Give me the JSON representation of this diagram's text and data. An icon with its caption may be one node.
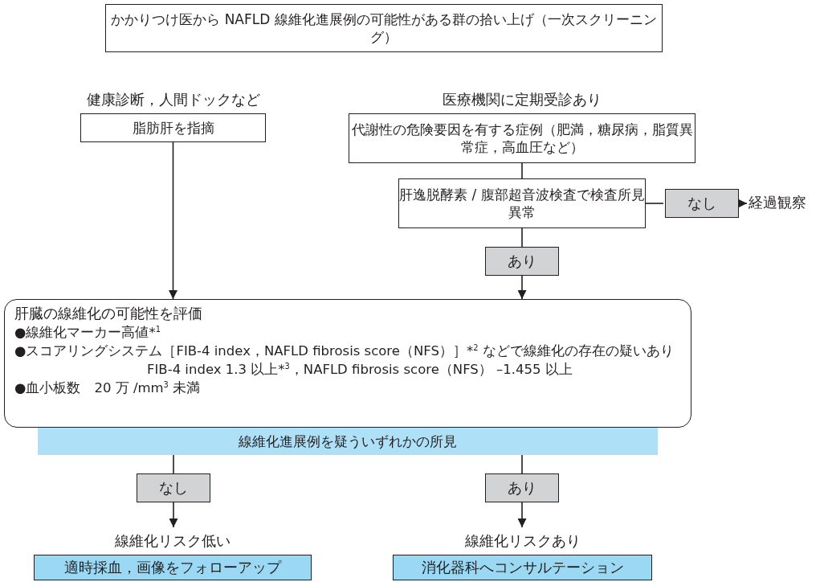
{
  "diagram": {
    "nodes": [
      {
        "text": [
          "かかりつけ医から NAFLD 線維化進展例の可能性がある群の拾い上げ（一次スクリーニング）"
        ]
      },
      {
        "text": [
          "健康診断，人間ドックなど",
          "脂肪肝を指摘"
        ]
      },
      {
        "text": [
          "医療機関に定期受診あり",
          "代謝性の危険要因を有する症例（肥満，糖尿病，脂質異常症，高血圧など）"
        ]
      },
      {
        "text": [
          "肝逸脱酵素 / 腹部超音波検査で検査所見異常"
        ]
      },
      {
        "text": [
          "なし"
        ]
      },
      {
        "text": [
          "経過観察"
        ]
      },
      {
        "text": [
          "あり"
        ]
      },
      {
        "text": [
          "肝臓の線維化の可能性を評価",
          "●線維化マーカー高値*$^{1}$",
          "●スコアリングシステム［FIB-4 index，NAFLD fibrosis score（NFS）］*$^{2}$ などで線維化の存在の疑いあり",
          "FIB-4 index 1.3 以上*$^{3}$，NAFLD fibrosis score（NFS） –1.455 以上",
          "●血小板数　20 万 /mm$^{3}$ 未満"
        ]
      },
      {
        "text": [
          "線維化進展例を疑ういずれかの所見"
        ]
      },
      {
        "text": [
          "なし"
        ]
      },
      {
        "text": [
          "あり"
        ]
      },
      {
        "text": [
          "線維化リスク低い",
          "適時採血，画像をフォローアップ"
        ]
      },
      {
        "text": [
          "線維化リスクあり",
          "消化器科へコンサルテーション"
        ]
      }
    ],
    "edges": [
      {
        "from": 1,
        "to": 7,
        "arrow": "to"
      },
      {
        "from": 2,
        "to": 3,
        "arrow": "none"
      },
      {
        "from": 3,
        "to": 4,
        "arrow": "none"
      },
      {
        "from": 4,
        "to": 5,
        "arrow": "to"
      },
      {
        "from": 3,
        "to": 6,
        "arrow": "none"
      },
      {
        "from": 6,
        "to": 7,
        "arrow": "to"
      },
      {
        "from": 8,
        "to": 9,
        "arrow": "none"
      },
      {
        "from": 9,
        "to": 11,
        "arrow": "to"
      },
      {
        "from": 8,
        "to": 10,
        "arrow": "none"
      },
      {
        "from": 10,
        "to": 12,
        "arrow": "to"
      }
    ]
  }
}
